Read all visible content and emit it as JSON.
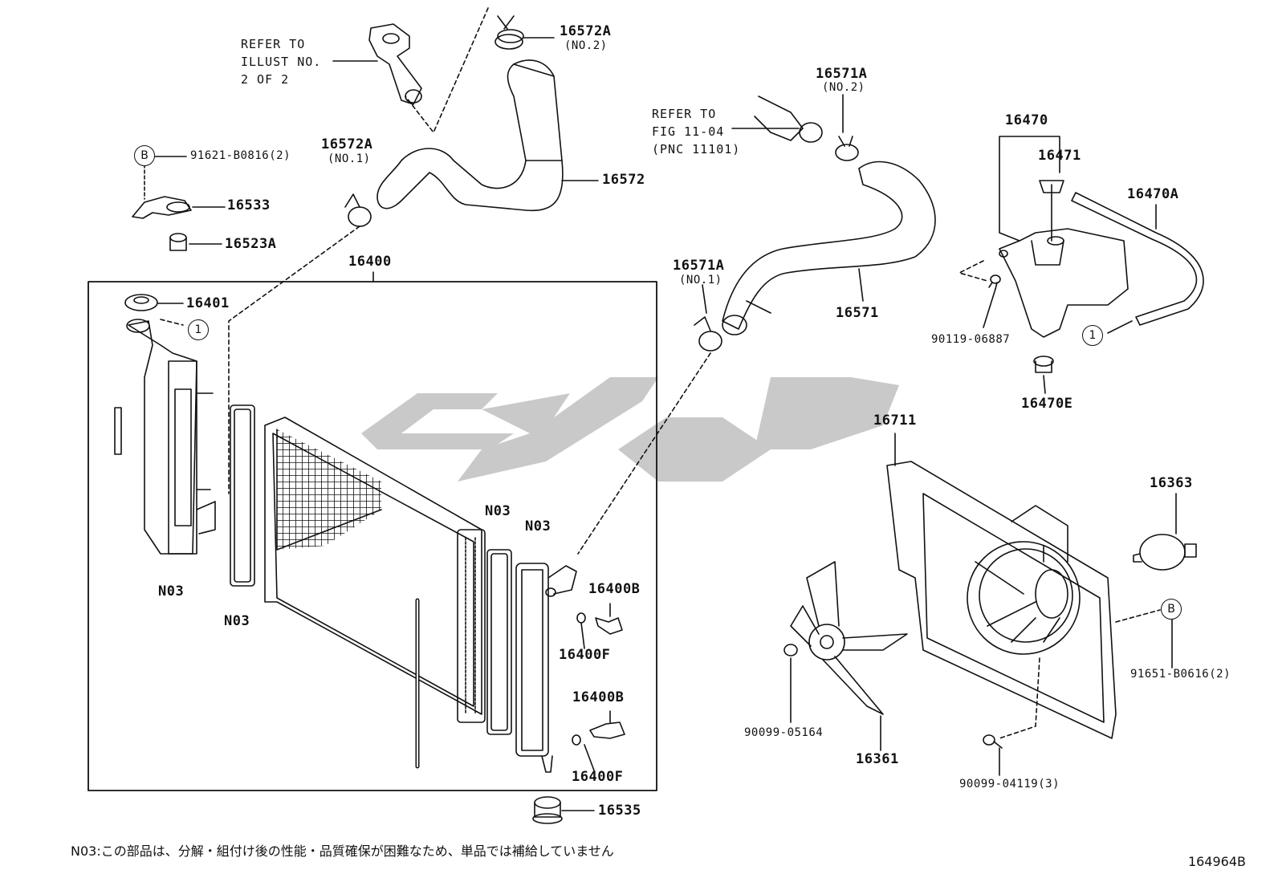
{
  "watermark": {
    "text": "کوپارت",
    "color": "#c8c8c8"
  },
  "refs": {
    "illust": "REFER TO\nILLUST NO.\n2 OF 2",
    "fig": "REFER TO\nFIG 11-04\n(PNC 11101)"
  },
  "callouts": {
    "b": "B",
    "one": "1"
  },
  "labels": {
    "p16572A_top": "16572A",
    "p16572A_top_sub": "(NO.2)",
    "p16572A_left": "16572A",
    "p16572A_left_sub": "(NO.1)",
    "p91621": "91621-B0816(2)",
    "p16533": "16533",
    "p16523A": "16523A",
    "p16572": "16572",
    "p16571A_top": "16571A",
    "p16571A_top_sub": "(NO.2)",
    "p16571A_low": "16571A",
    "p16571A_low_sub": "(NO.1)",
    "p16571": "16571",
    "p16470": "16470",
    "p16471": "16471",
    "p16470A": "16470A",
    "p90119": "90119-06887",
    "p16470E": "16470E",
    "p16400": "16400",
    "p16401": "16401",
    "n03_a": "N03",
    "n03_b": "N03",
    "n03_c": "N03",
    "n03_d": "N03",
    "p16400B_a": "16400B",
    "p16400F_a": "16400F",
    "p16400B_b": "16400B",
    "p16400F_b": "16400F",
    "p16535": "16535",
    "p16711": "16711",
    "p16363": "16363",
    "p91651": "91651-B0616(2)",
    "p90099_05164": "90099-05164",
    "p16361": "16361",
    "p90099_04119": "90099-04119(3)"
  },
  "footnote": "N03:この部品は、分解・組付け後の性能・品質確保が困難なため、単品では補給していません",
  "diagram_code": "164964B"
}
